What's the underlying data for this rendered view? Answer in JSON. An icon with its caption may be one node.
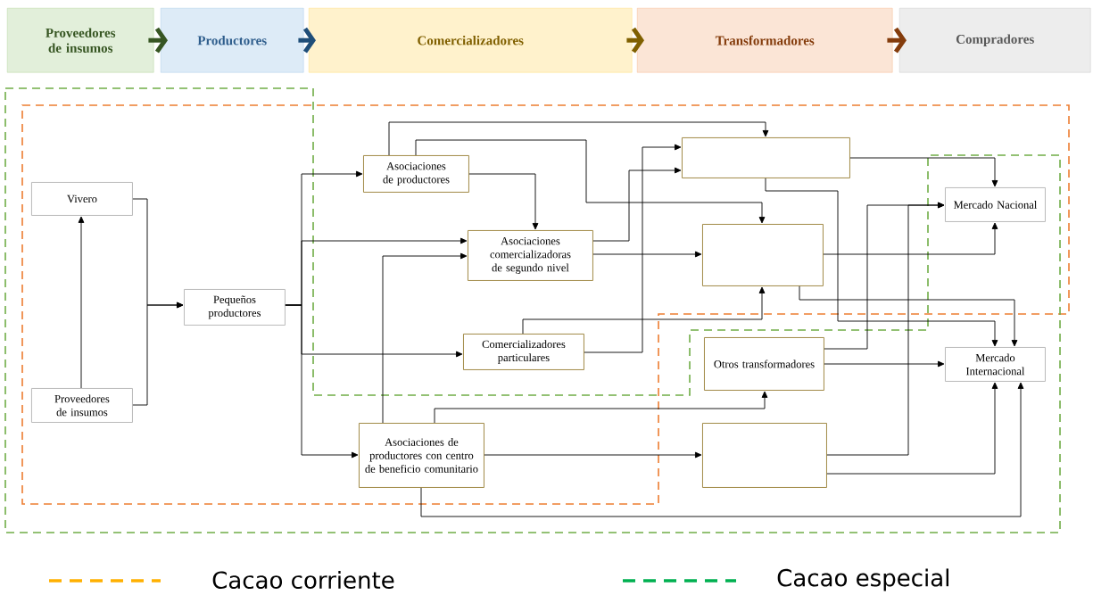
{
  "diagram": {
    "nodes": [
      {
        "text": [
          "Proveedores de insumos"
        ]
      },
      {
        "text": [
          "Productores"
        ]
      },
      {
        "text": [
          "Comercializadores"
        ]
      },
      {
        "text": [
          "Transformadores"
        ]
      },
      {
        "text": [
          "Compradores"
        ]
      },
      {
        "text": [
          "Vivero"
        ]
      },
      {
        "text": [
          "Proveedores de insumos"
        ]
      },
      {
        "text": [
          "Pequeños productores"
        ]
      },
      {
        "text": [
          "Asociaciones de productores"
        ]
      },
      {
        "text": [
          "Asociaciones comercializadoras de segundo nivel"
        ]
      },
      {
        "text": [
          "Comercializadores particulares"
        ]
      },
      {
        "text": [
          "Asociaciones de productores con centro de beneficio comunitario"
        ]
      },
      {
        "text": [],
        "shape": "box"
      },
      {
        "text": [],
        "shape": "box"
      },
      {
        "text": [
          "Otros transformadores"
        ]
      },
      {
        "text": [],
        "shape": "box"
      },
      {
        "text": [
          "Mercado Nacional"
        ]
      },
      {
        "text": [
          "Mercado Internacional"
        ]
      }
    ],
    "edges": [
      {
        "from": 5,
        "to": 7,
        "arrow": "to"
      },
      {
        "from": 6,
        "to": 7,
        "arrow": "to"
      },
      {
        "from": 6,
        "to": 5,
        "arrow": "to"
      },
      {
        "from": 7,
        "to": 8,
        "arrow": "to"
      },
      {
        "from": 7,
        "to": 9,
        "arrow": "to"
      },
      {
        "from": 7,
        "to": 10,
        "arrow": "to"
      },
      {
        "from": 7,
        "to": 11,
        "arrow": "to"
      },
      {
        "from": 8,
        "to": 9,
        "arrow": "to"
      },
      {
        "from": 8,
        "to": 12,
        "arrow": "to"
      },
      {
        "from": 8,
        "to": 13,
        "arrow": "to"
      },
      {
        "from": 9,
        "to": 12,
        "arrow": "to"
      },
      {
        "from": 9,
        "to": 13,
        "arrow": "to"
      },
      {
        "from": 11,
        "to": 9,
        "arrow": "to"
      },
      {
        "from": 10,
        "to": 12,
        "arrow": "to"
      },
      {
        "from": 10,
        "to": 13,
        "arrow": "to"
      },
      {
        "from": 11,
        "to": 14,
        "arrow": "to"
      },
      {
        "from": 11,
        "to": 15,
        "arrow": "to"
      },
      {
        "from": 11,
        "to": 17,
        "arrow": "to"
      },
      {
        "from": 12,
        "to": 16,
        "arrow": "to"
      },
      {
        "from": 12,
        "to": 17,
        "arrow": "to"
      },
      {
        "from": 13,
        "to": 16,
        "arrow": "to"
      },
      {
        "from": 13,
        "to": 17,
        "arrow": "to"
      },
      {
        "from": 14,
        "to": 16,
        "arrow": "to"
      },
      {
        "from": 14,
        "to": 17,
        "arrow": "to"
      },
      {
        "from": 15,
        "to": 16,
        "arrow": "to"
      },
      {
        "from": 15,
        "to": 17,
        "arrow": "to"
      },
      {
        "from": 0,
        "to": 1,
        "arrow": "to",
        "style": "thick",
        "color": "#375623"
      },
      {
        "from": 1,
        "to": 2,
        "arrow": "to",
        "style": "thick",
        "color": "#1f4e79"
      },
      {
        "from": 2,
        "to": 3,
        "arrow": "to",
        "style": "thick",
        "color": "#7f6000"
      },
      {
        "from": 3,
        "to": 4,
        "arrow": "to",
        "style": "thick",
        "color": "#843c0c"
      }
    ],
    "legend": [
      {
        "text": "Cacao corriente"
      },
      {
        "text": "Cacao especial"
      }
    ]
  }
}
